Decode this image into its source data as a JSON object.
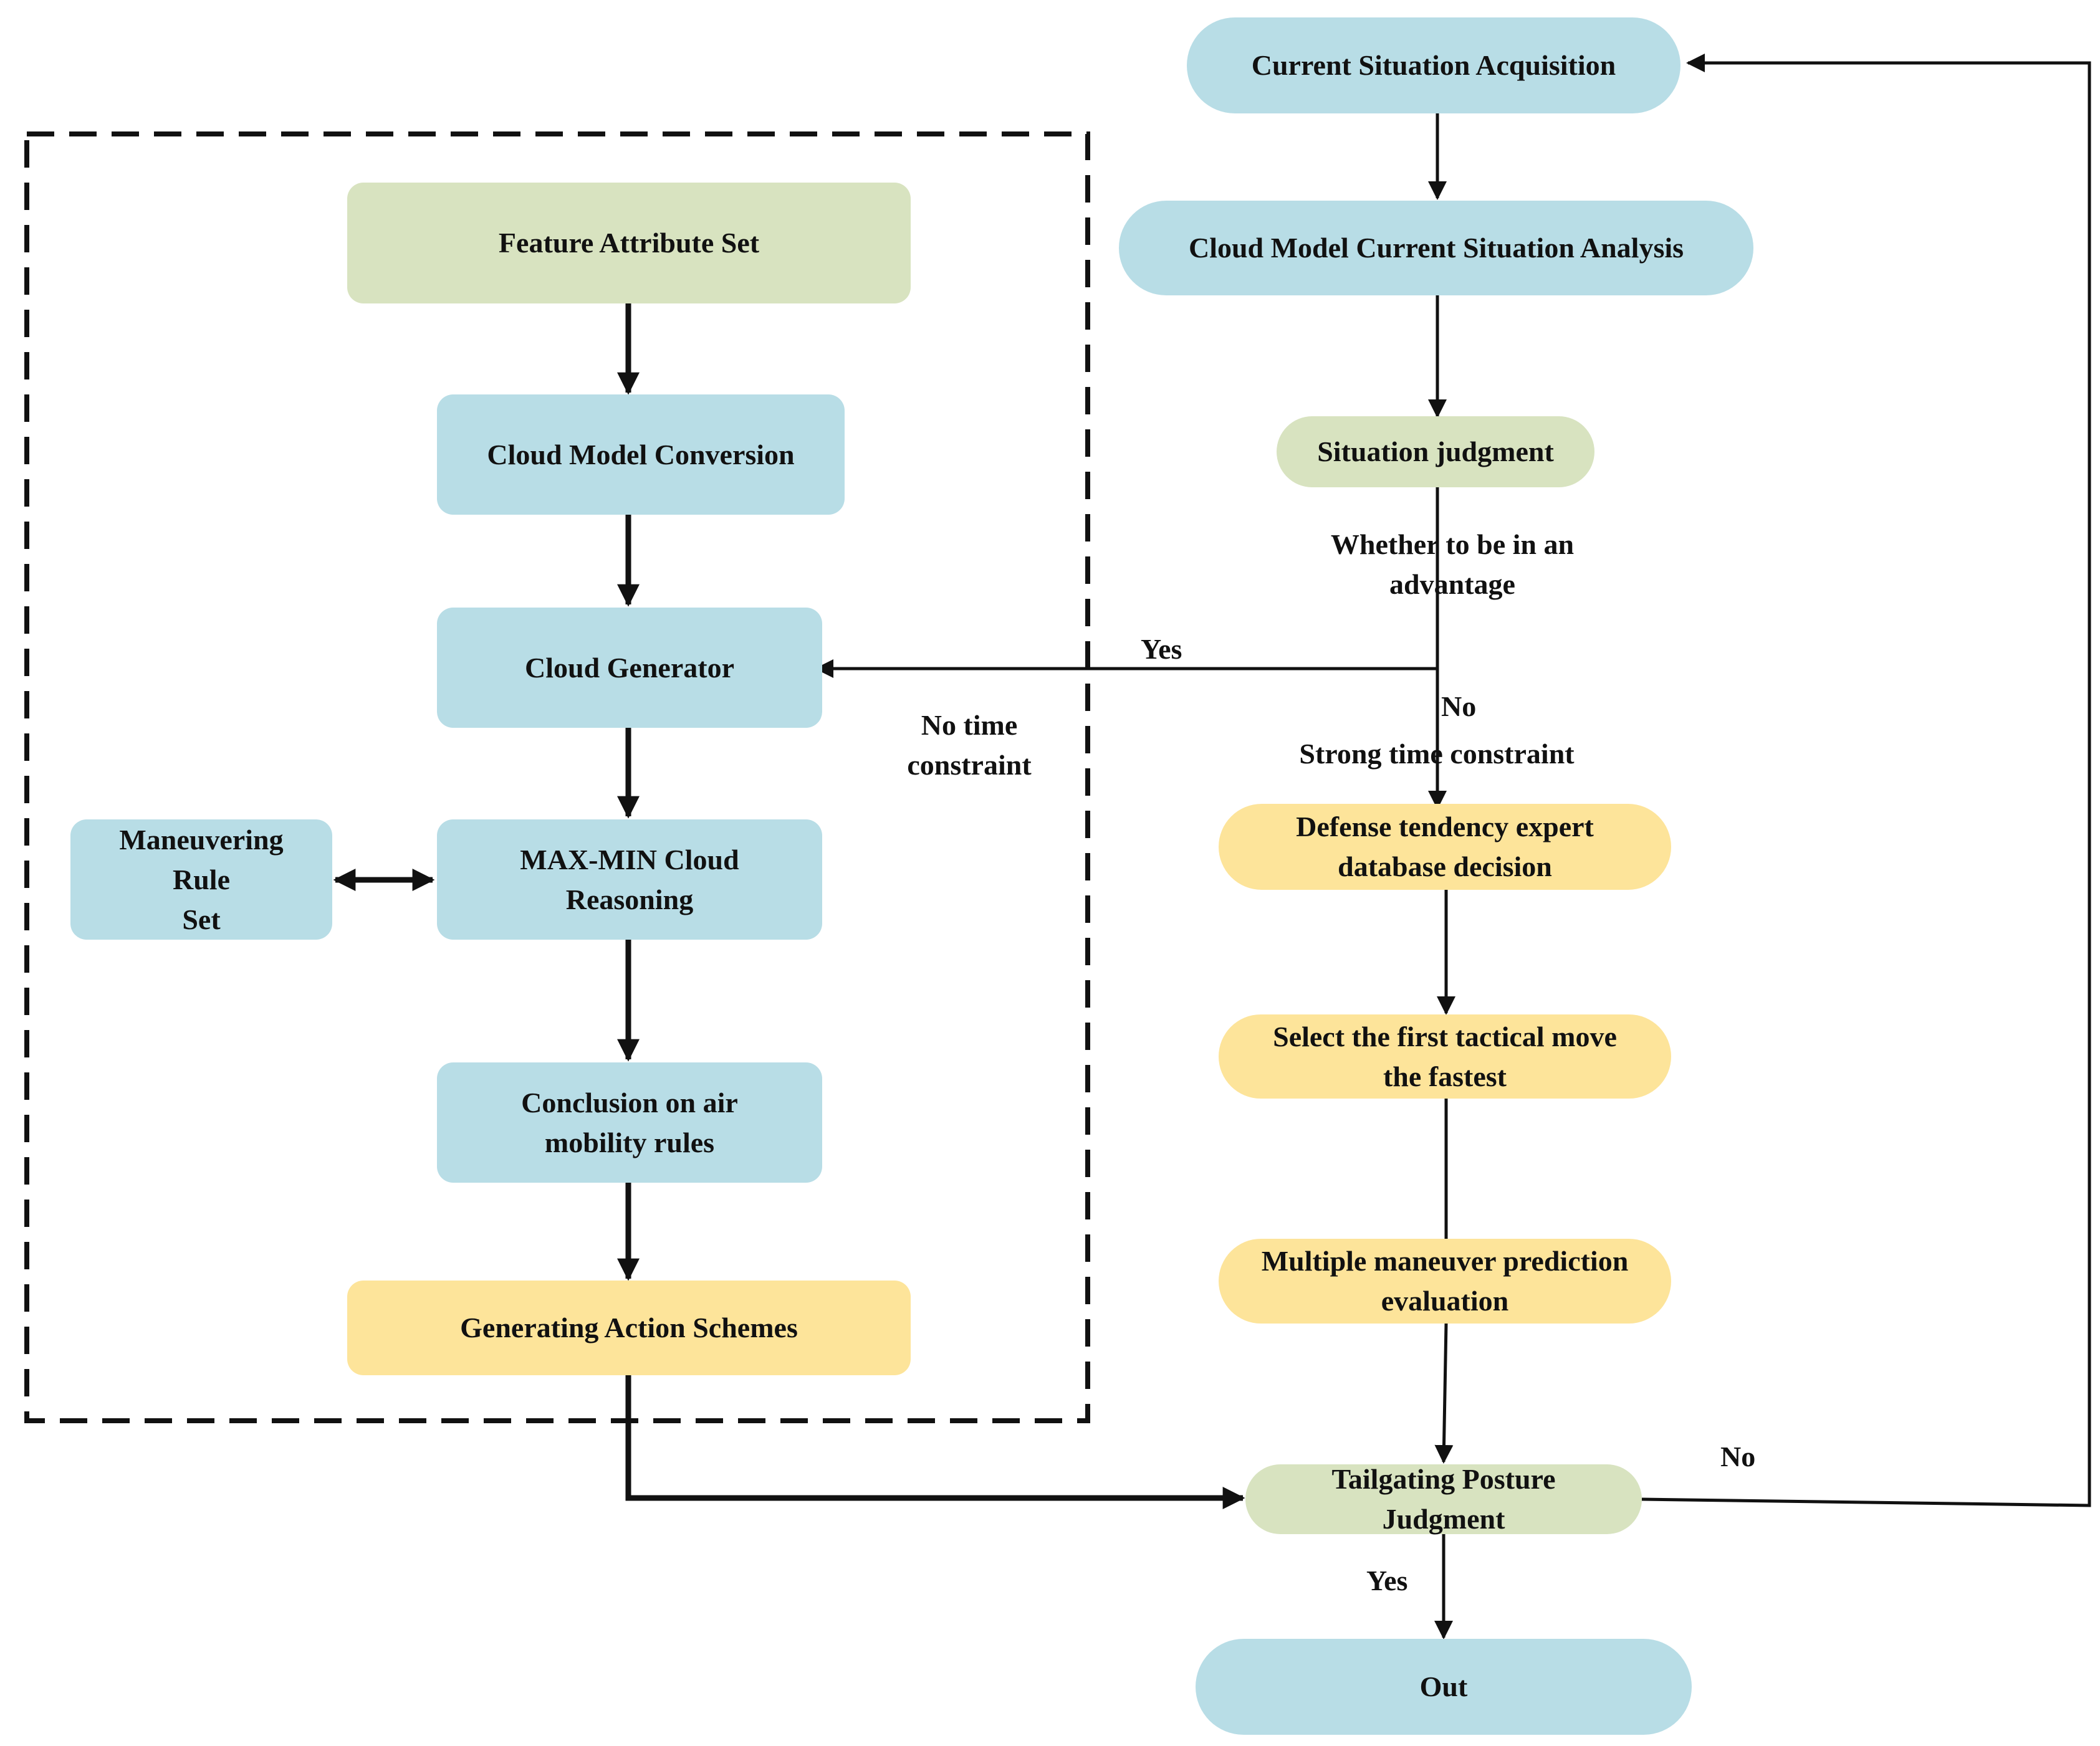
{
  "nodes": {
    "feature_attribute_set": "Feature Attribute Set",
    "cloud_model_conversion": "Cloud Model Conversion",
    "cloud_generator": "Cloud Generator",
    "maneuvering_rule_set": [
      "Maneuvering",
      "Rule",
      "Set"
    ],
    "max_min_reasoning": [
      "MAX-MIN Cloud",
      "Reasoning"
    ],
    "conclusion_air_mobility": [
      "Conclusion on air",
      "mobility rules"
    ],
    "generating_action_schemes": "Generating Action Schemes",
    "current_situation_acquisition": "Current Situation Acquisition",
    "cloud_model_analysis": "Cloud Model Current Situation Analysis",
    "situation_judgment": "Situation judgment",
    "defense_tendency": [
      "Defense tendency expert",
      "database decision"
    ],
    "select_first_move": [
      "Select the first tactical move",
      "the fastest"
    ],
    "multiple_maneuver": [
      "Multiple maneuver prediction",
      "evaluation"
    ],
    "tailgating_posture": [
      "Tailgating Posture",
      "Judgment"
    ],
    "out": "Out"
  },
  "edge_labels": {
    "advantage_question": [
      "Whether to be in an",
      "advantage"
    ],
    "yes_advantage": "Yes",
    "no_advantage": "No",
    "no_time_constraint": [
      "No time",
      "constraint"
    ],
    "strong_time_constraint": "Strong time constraint",
    "no_tailgating": "No",
    "yes_tailgating": "Yes"
  },
  "colors": {
    "blue": "#b8dde6",
    "green": "#d8e3c0",
    "yellow": "#fde49a",
    "line": "#111111"
  }
}
